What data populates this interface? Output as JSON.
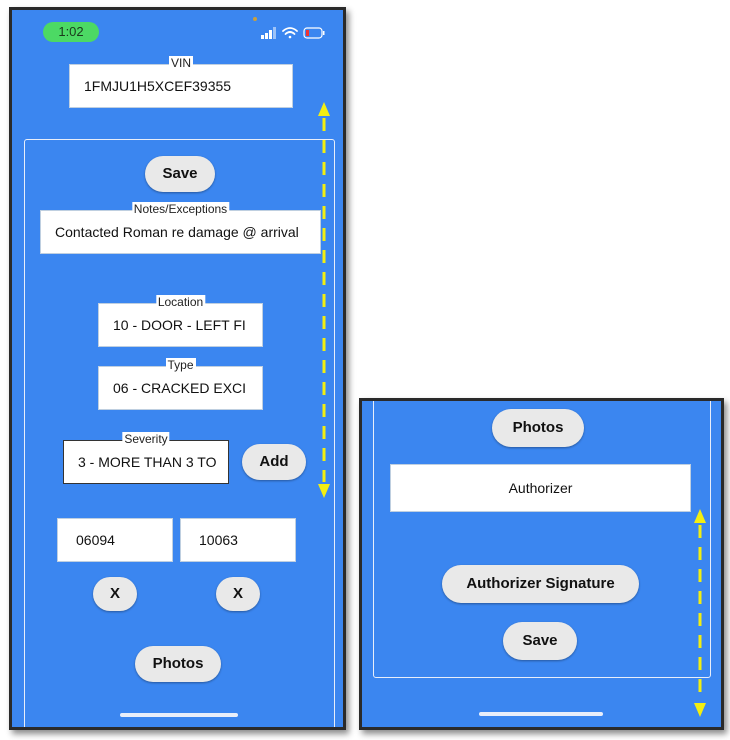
{
  "status_bar": {
    "time": "1:02"
  },
  "vin": {
    "label": "VIN",
    "value": "1FMJU1H5XCEF39355"
  },
  "form": {
    "save_label": "Save",
    "notes": {
      "label": "Notes/Exceptions",
      "value": "Contacted Roman re damage @ arrival"
    },
    "location": {
      "label": "Location",
      "value": "10 - DOOR - LEFT FI"
    },
    "type": {
      "label": "Type",
      "value": "06 - CRACKED EXCI"
    },
    "severity": {
      "label": "Severity",
      "value": "3 - MORE THAN 3 TO"
    },
    "add_label": "Add",
    "codes": [
      "06094",
      "10063"
    ],
    "remove_label": "X",
    "photos_label": "Photos"
  },
  "bottom": {
    "photos_label": "Photos",
    "authorizer_placeholder": "Authorizer",
    "signature_label": "Authorizer Signature",
    "save_label": "Save"
  },
  "colors": {
    "background": "#3b86f0",
    "arrow": "#f2ee12",
    "time_pill": "#4cd964"
  }
}
